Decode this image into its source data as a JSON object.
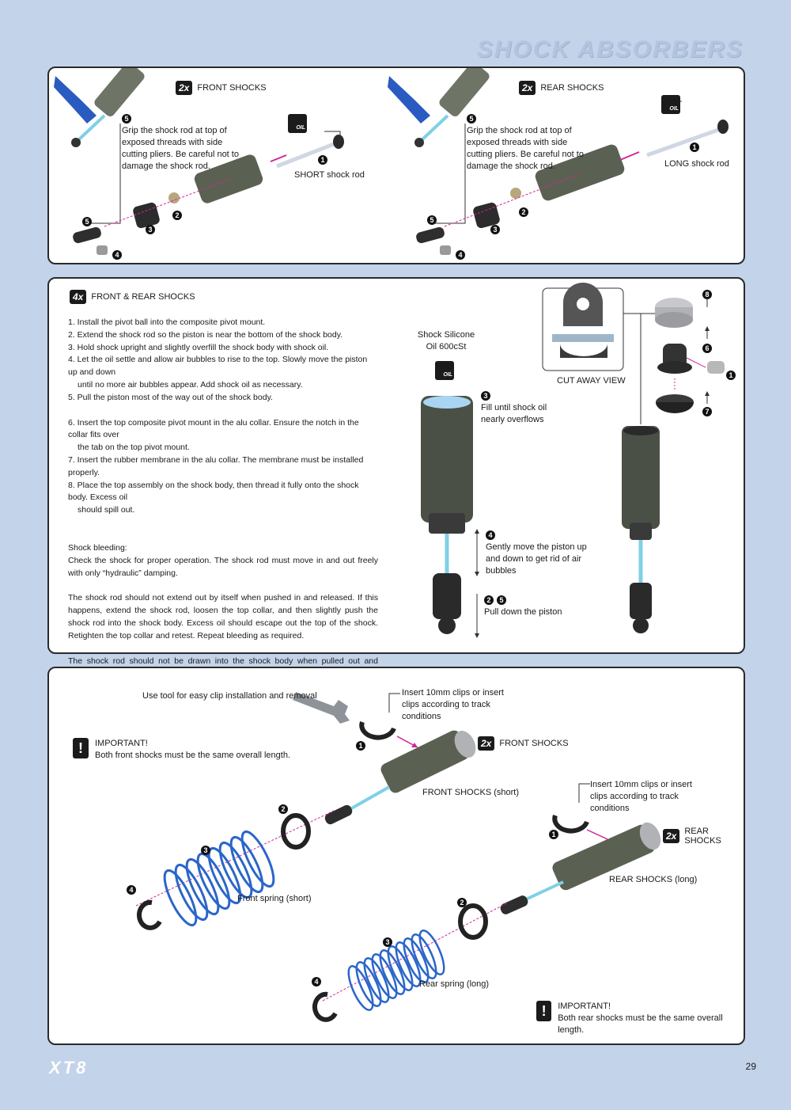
{
  "page": {
    "title": "SHOCK ABSORBERS",
    "logo": "XT8",
    "page_number": "29"
  },
  "panel1": {
    "front": {
      "badge": "2x",
      "title": "FRONT SHOCKS",
      "grip_note": "Grip the shock rod at top of exposed threads with side cutting pliers. Be careful not to damage the shock rod.",
      "rod_label": "SHORT shock rod"
    },
    "rear": {
      "badge": "2x",
      "title": "REAR SHOCKS",
      "grip_note": "Grip the shock rod at top of exposed threads with side cutting pliers. Be careful not to damage the shock rod.",
      "rod_label": "LONG shock rod"
    },
    "oil_icon": "OIL"
  },
  "panel2": {
    "badge": "4x",
    "title": "FRONT & REAR SHOCKS",
    "steps": [
      "1. Install the pivot ball into the composite pivot mount.",
      "2. Extend the shock rod so the piston is near the bottom of the shock body.",
      "3. Hold shock upright and slightly overfill the shock body with shock oil.",
      "4. Let the oil settle and allow air bubbles to rise to the top. Slowly move the piston up and down",
      "until no more air bubbles appear. Add shock oil as necessary.",
      "5. Pull the piston most of the way out of the shock body.",
      "6. Insert the top composite pivot mount in the alu collar.  Ensure the notch in the collar fits over",
      "the tab on the top pivot mount.",
      "7. Insert the rubber membrane in the alu collar. The membrane must be installed properly.",
      "8. Place the top assembly on the shock body, then thread it fully onto the shock body. Excess oil",
      "should spill out."
    ],
    "bleeding_title": "Shock bleeding:",
    "bleeding_1": "Check the shock for proper operation. The shock rod must move in and out freely with only “hydraulic” damping.",
    "bleeding_2": "The shock rod should not extend out by itself when pushed in and released. If this happens, extend the shock rod, loosen the top collar, and then slightly push the shock rod into the shock body.  Excess oil should escape out the top of the shock. Retighten the top collar and retest. Repeat bleeding as required.",
    "bleeding_3": "The shock rod should not be drawn into the shock body when pulled out and released. If this happens, remove the top collar assembly (including bladder). Fill the shock body with more shock oil and reassemble. Retest. Repeat bleeding as required.",
    "oil_label": "Shock Silicone Oil 600cSt",
    "fill_label": "Fill until shock oil nearly overflows",
    "move_label": "Gently move the piston up and down to get rid of air bubbles",
    "pull_label": "Pull down the piston",
    "cutaway_label": "CUT AWAY VIEW"
  },
  "panel3": {
    "tool_note": "Use tool for easy clip installation and removal",
    "clips_note": "Insert 10mm clips or insert clips according to track conditions",
    "important_front_title": "IMPORTANT!",
    "important_front_text": "Both front shocks must be the same overall length.",
    "front_badge": "2x",
    "front_title": "FRONT SHOCKS",
    "front_short": "FRONT SHOCKS (short)",
    "front_spring": "Front spring  (short)",
    "rear_clips_note": "Insert 10mm clips or insert clips according to track conditions",
    "rear_badge": "2x",
    "rear_title": "REAR SHOCKS",
    "rear_long": "REAR SHOCKS (long)",
    "rear_spring": "Rear spring  (long)",
    "important_rear_title": "IMPORTANT!",
    "important_rear_text": "Both rear shocks must be the same overall length."
  },
  "colors": {
    "background": "#c3d3ea",
    "spring": "#2a66c9",
    "rod": "#7fd0e6",
    "arrow": "#d0269c"
  }
}
